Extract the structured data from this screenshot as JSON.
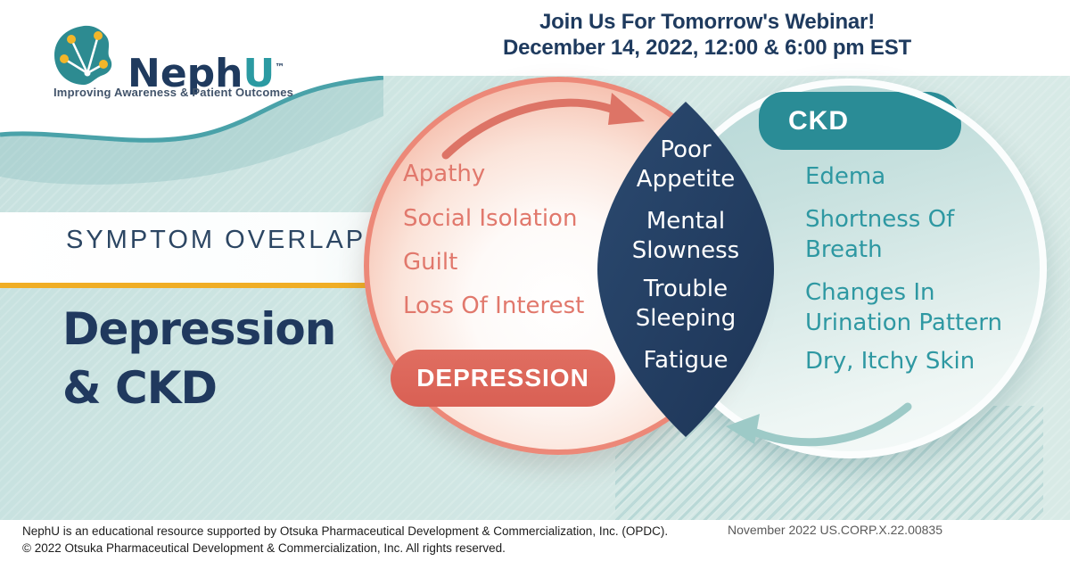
{
  "header": {
    "webinar_line1": "Join Us For Tomorrow's Webinar!",
    "webinar_line2": "December 14, 2022, 12:00 & 6:00 pm EST"
  },
  "logo": {
    "name_primary": "Neph",
    "name_accent": "U",
    "trademark": "™",
    "tagline": "Improving Awareness & Patient Outcomes",
    "icon": "kidney-network-logo"
  },
  "headline": {
    "kicker": "SYMPTOM OVERLAP:",
    "title_line1": "Depression",
    "title_line2": "& CKD"
  },
  "venn": {
    "depression": {
      "label": "DEPRESSION",
      "symptoms": [
        "Apathy",
        "Social Isolation",
        "Guilt",
        "Loss Of Interest"
      ]
    },
    "overlap": {
      "symptoms": [
        "Poor Appetite",
        "Mental Slowness",
        "Trouble Sleeping",
        "Fatigue"
      ]
    },
    "ckd": {
      "label": "CKD",
      "symptoms": [
        "Edema",
        "Shortness Of Breath",
        "Changes In Urination Pattern",
        "Dry, Itchy Skin"
      ]
    },
    "icons": {
      "top_arrow": "curved-arrow-right",
      "bottom_arrow": "curved-arrow-left"
    }
  },
  "footer": {
    "line1": "NephU  is an educational resource supported by Otsuka Pharmaceutical Development & Commercialization, Inc. (OPDC).",
    "line2": "© 2022 Otsuka Pharmaceutical Development & Commercialization, Inc. All rights reserved.",
    "date_code": "November 2022   US.CORP.X.22.00835"
  },
  "colors": {
    "navy": "#1f3a5e",
    "salmon": "#e06e61",
    "salmon_text": "#e1786c",
    "teal_brand": "#2a8c96",
    "teal_text": "#2e98a2",
    "gold": "#f0ae25",
    "bg_teal": "#cfe6e3"
  }
}
